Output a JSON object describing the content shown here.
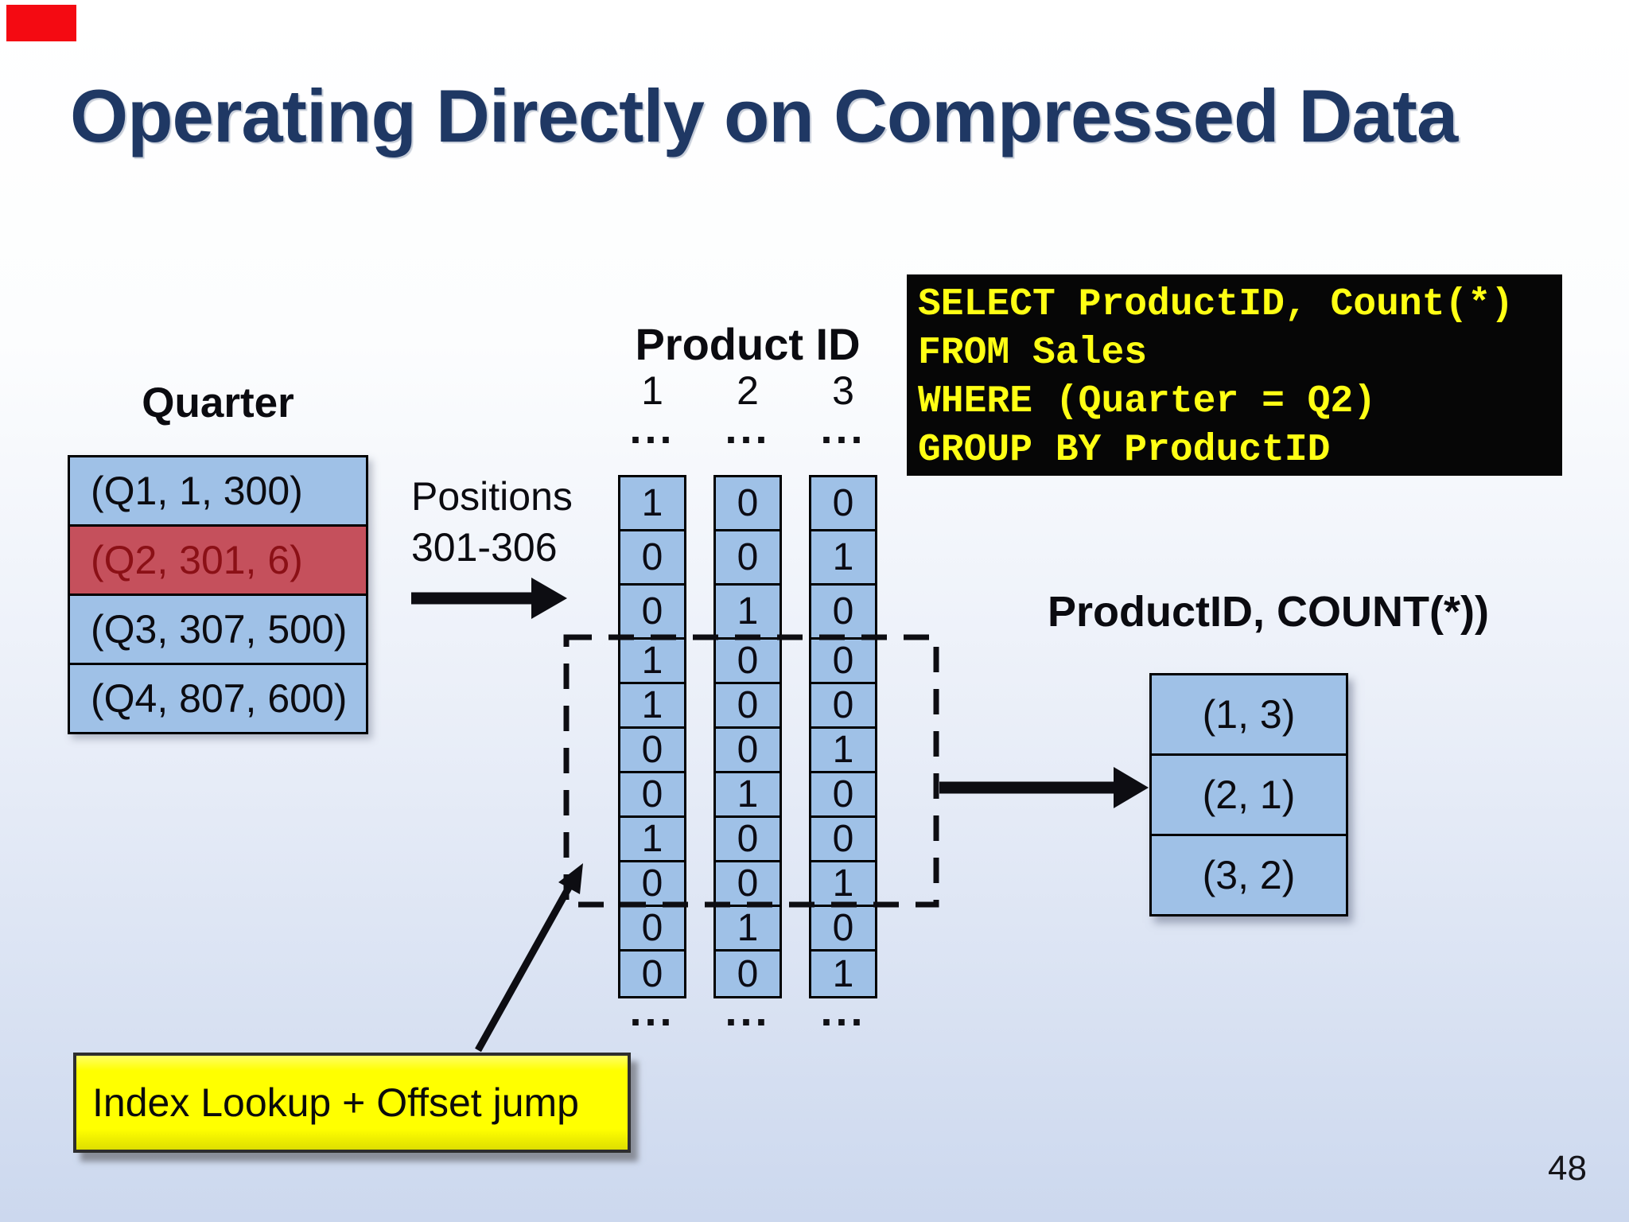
{
  "slide": {
    "title": "Operating Directly on Compressed Data",
    "page_number": "48"
  },
  "quarter_table": {
    "label": "Quarter",
    "rows": [
      {
        "text": "(Q1, 1, 300)",
        "highlighted": false
      },
      {
        "text": "(Q2, 301, 6)",
        "highlighted": true
      },
      {
        "text": "(Q3, 307, 500)",
        "highlighted": false
      },
      {
        "text": "(Q4, 807, 600)",
        "highlighted": false
      }
    ]
  },
  "positions": {
    "line1": "Positions",
    "line2": "301-306"
  },
  "bitmap": {
    "header": "Product ID",
    "ellipsis": "...",
    "columns": [
      {
        "label": "1",
        "values": [
          1,
          0,
          0,
          1,
          1,
          0,
          0,
          1,
          0,
          0,
          0
        ]
      },
      {
        "label": "2",
        "values": [
          0,
          0,
          1,
          0,
          0,
          0,
          1,
          0,
          0,
          1,
          0
        ]
      },
      {
        "label": "3",
        "values": [
          0,
          1,
          0,
          0,
          0,
          1,
          0,
          0,
          1,
          0,
          1
        ]
      }
    ]
  },
  "sql": {
    "lines": [
      "SELECT ProductID, Count(*)",
      "FROM Sales",
      "WHERE (Quarter = Q2)",
      "GROUP BY ProductID"
    ]
  },
  "result": {
    "label": "ProductID, COUNT(*))",
    "rows": [
      "(1, 3)",
      "(2, 1)",
      "(3, 2)"
    ]
  },
  "callout": {
    "text": "Index Lookup + Offset jump"
  },
  "colors": {
    "title_navy": "#1f3864",
    "cell_blue": "#9fc1e7",
    "hl_red_bg": "#c5505c",
    "hl_red_text": "#8b1016",
    "callout_yellow": "#ffff00",
    "sql_bg": "#060606",
    "sql_text": "#ffff14",
    "corner_red": "#f40a12",
    "bg_bottom": "#ccd8ee"
  }
}
